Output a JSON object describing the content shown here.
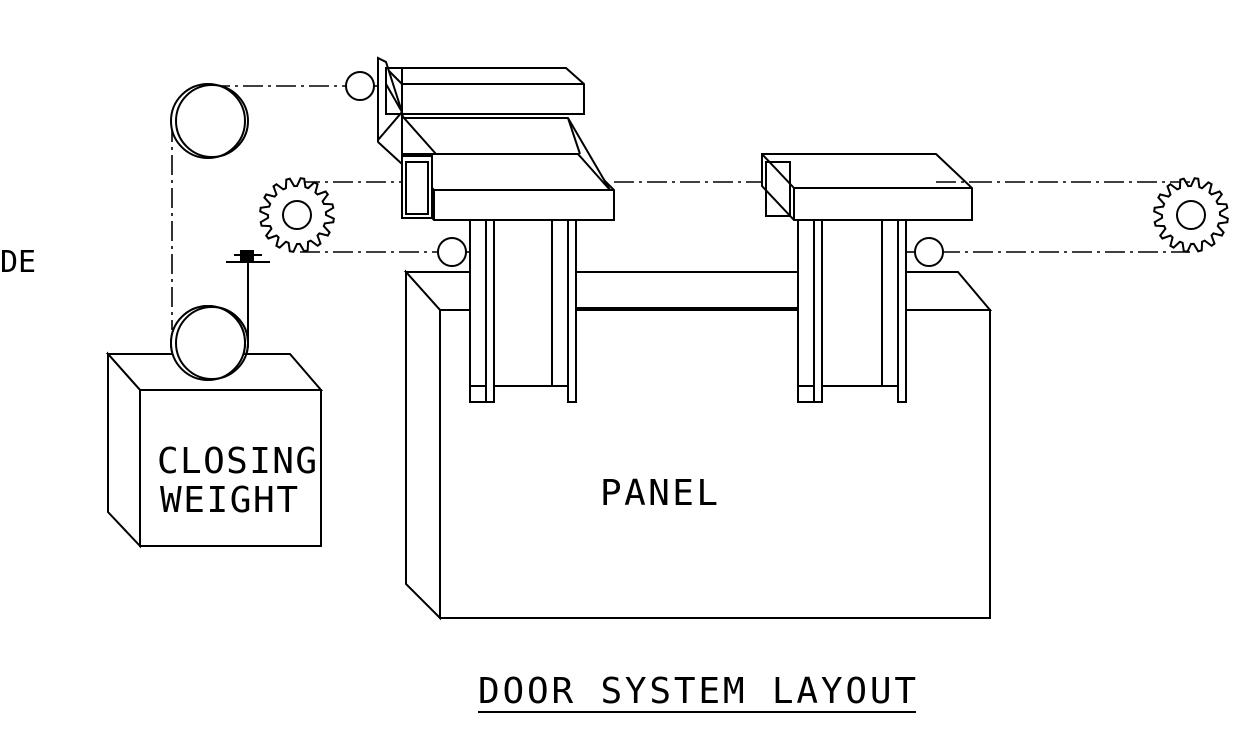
{
  "diagram": {
    "title": "DOOR SYSTEM LAYOUT",
    "labels": {
      "closing_weight_line1": "CLOSING",
      "closing_weight_line2": "WEIGHT",
      "panel": "PANEL",
      "cut_off_text": "DE"
    },
    "components": [
      "upper-pulley",
      "lower-pulley",
      "left-sprocket",
      "right-sprocket",
      "closing-weight-box",
      "panel-box",
      "left-carriage",
      "right-carriage",
      "guide-rollers"
    ],
    "colors": {
      "line": "#000000",
      "background": "#ffffff"
    }
  }
}
